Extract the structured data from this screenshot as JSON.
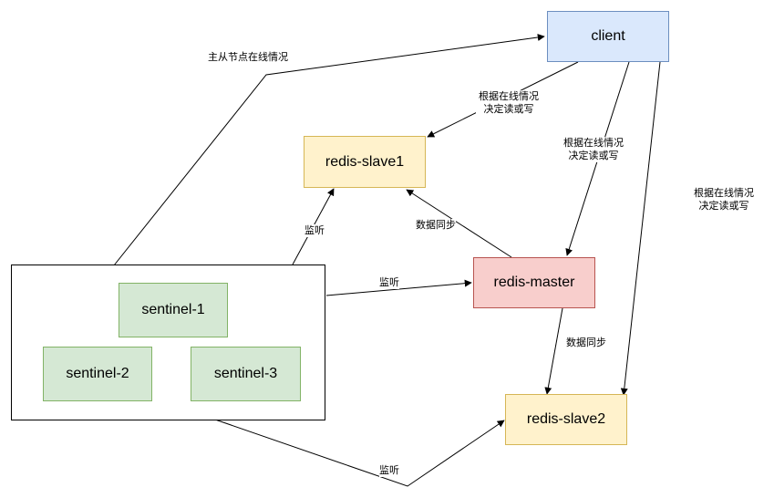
{
  "nodes": {
    "client": "client",
    "redis_slave1": "redis-slave1",
    "redis_master": "redis-master",
    "redis_slave2": "redis-slave2",
    "sentinel_1": "sentinel-1",
    "sentinel_2": "sentinel-2",
    "sentinel_3": "sentinel-3"
  },
  "edge_labels": {
    "sentinel_to_client": "主从节点在线情况",
    "client_to_slave1": [
      "根据在线情况",
      "决定读或写"
    ],
    "client_to_master": [
      "根据在线情况",
      "决定读或写"
    ],
    "client_to_slave2": [
      "根据在线情况",
      "决定读或写"
    ],
    "sentinel_to_slave1": "监听",
    "master_to_slave1": "数据同步",
    "sentinel_to_master": "监听",
    "master_to_slave2": "数据同步",
    "sentinel_to_slave2": "监听"
  },
  "colors": {
    "client_fill": "#dae8fc",
    "slave_fill": "#fff2cc",
    "master_fill": "#f8cecc",
    "sentinel_fill": "#d5e8d4",
    "edge": "#000000"
  }
}
